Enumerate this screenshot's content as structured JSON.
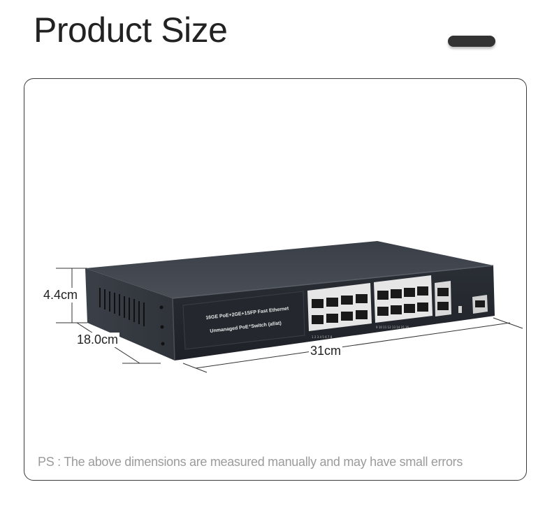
{
  "page": {
    "title": "Product Size"
  },
  "dimensions": {
    "height": "4.4cm",
    "depth": "18.0cm",
    "width": "31cm"
  },
  "device_panel": {
    "line1": "16GE PoE+2GE+1SFP Fast Ethernet",
    "line2": "Unmanaged PoE⁺Switch (af/at)"
  },
  "note": "PS : The above dimensions are measured manually and may have small errors",
  "colors": {
    "title": "#222222",
    "frame_border": "#3a3a3a",
    "device_body": "#2b2f36",
    "note_text": "#9b9b9b"
  }
}
